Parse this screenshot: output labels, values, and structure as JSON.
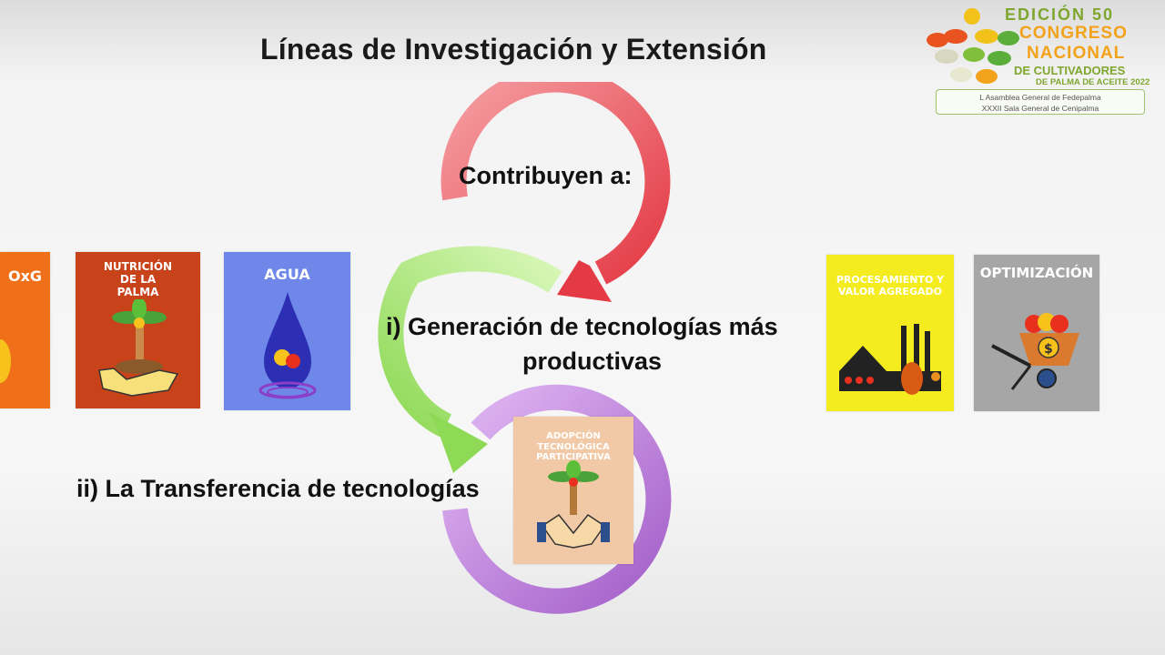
{
  "title": "Líneas de Investigación y Extensión",
  "logo": {
    "edition": "EDICIÓN 50",
    "line2": "CONGRESO",
    "line3": "NACIONAL",
    "line4": "DE CULTIVADORES",
    "line5": "DE PALMA DE ACEITE 2022",
    "sub1": "L Asamblea General de Fedepalma",
    "sub2": "XXXII Sala General de Cenipalma"
  },
  "cycle": {
    "contribuyen": "Contribuyen a:",
    "generacion_line1": "i) Generación de tecnologías más",
    "generacion_line2": "productivas",
    "transferencia": "ii) La Transferencia de tecnologías",
    "adopcion_card": "ADOPCIÓN TECNOLÓGICA PARTICIPATIVA"
  },
  "cards": [
    {
      "label": "OxG",
      "color": "#f0701a"
    },
    {
      "label": "NUTRICIÓN DE LA PALMA",
      "color": "#c8421a"
    },
    {
      "label": "AGUA",
      "color": "#6f87e8"
    },
    {
      "label": "PROCESAMIENTO Y VALOR AGREGADO",
      "color": "#f4ec1e"
    },
    {
      "label": "OPTIMIZACIÓN",
      "color": "#a6a6a6"
    }
  ],
  "colors": {
    "arrow_red": "#e8545f",
    "arrow_green": "#a8e07a",
    "arrow_purple": "#b36fd3",
    "adopcion_bg": "#f2c9a6"
  }
}
